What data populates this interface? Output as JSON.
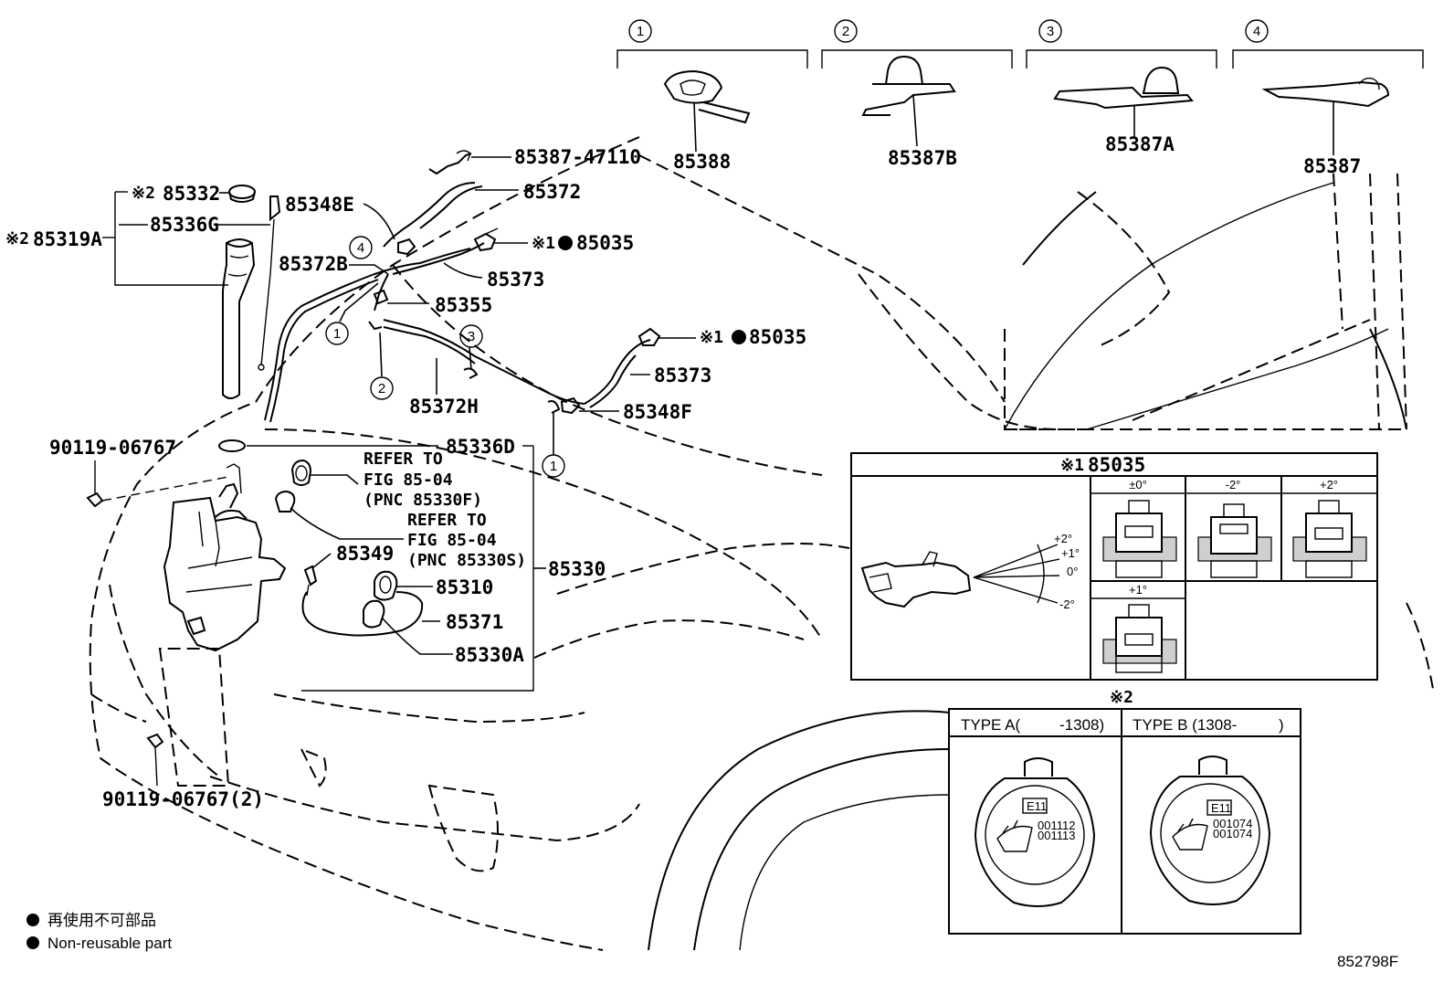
{
  "labels": {
    "p85387_47110": "85387-47110",
    "p85372_top": "85372",
    "p85348E": "85348E",
    "p85035_a": "85035",
    "p85035_b": "85035",
    "p85372B": "85372B",
    "p85373_a": "85373",
    "p85373_b": "85373",
    "p85355": "85355",
    "p85372H": "85372H",
    "p85348F": "85348F",
    "p85332": "85332",
    "p85336G": "85336G",
    "p85319A": "85319A",
    "p85336D": "85336D",
    "p90119_06767": "90119-06767",
    "p90119_06767_2": "90119-06767(2)",
    "refer1_line1": "REFER TO",
    "refer1_line2": "FIG 85-04",
    "refer1_line3": "(PNC 85330F)",
    "refer2_line1": "REFER TO",
    "refer2_line2": "FIG 85-04",
    "refer2_line3": "(PNC 85330S)",
    "p85349": "85349",
    "p85310": "85310",
    "p85371": "85371",
    "p85330A": "85330A",
    "p85330": "85330",
    "p85388": "85388",
    "p85387B": "85387B",
    "p85387A": "85387A",
    "p85387": "85387"
  },
  "marks": {
    "note1": "※1",
    "note2": "※2"
  },
  "callouts": [
    "1",
    "2",
    "3",
    "4"
  ],
  "nozzle_box": {
    "title": "85035",
    "angles": [
      "±0°",
      "-2°",
      "+2°",
      "+1°"
    ],
    "fan_labels": [
      "+2°",
      "+1°",
      "0°",
      "-2°"
    ]
  },
  "cap_box": {
    "type_a": "TYPE A(",
    "type_a_range": "-1308)",
    "type_b": "TYPE B (1308-",
    "type_b_close": ")",
    "cap_code": "E11",
    "cap_a_nums": [
      "001112",
      "001113"
    ],
    "cap_b_nums": [
      "001074",
      "001074"
    ]
  },
  "legend": {
    "jp": "再使用不可部品",
    "en": "Non-reusable part"
  },
  "figure_id": "852798F"
}
